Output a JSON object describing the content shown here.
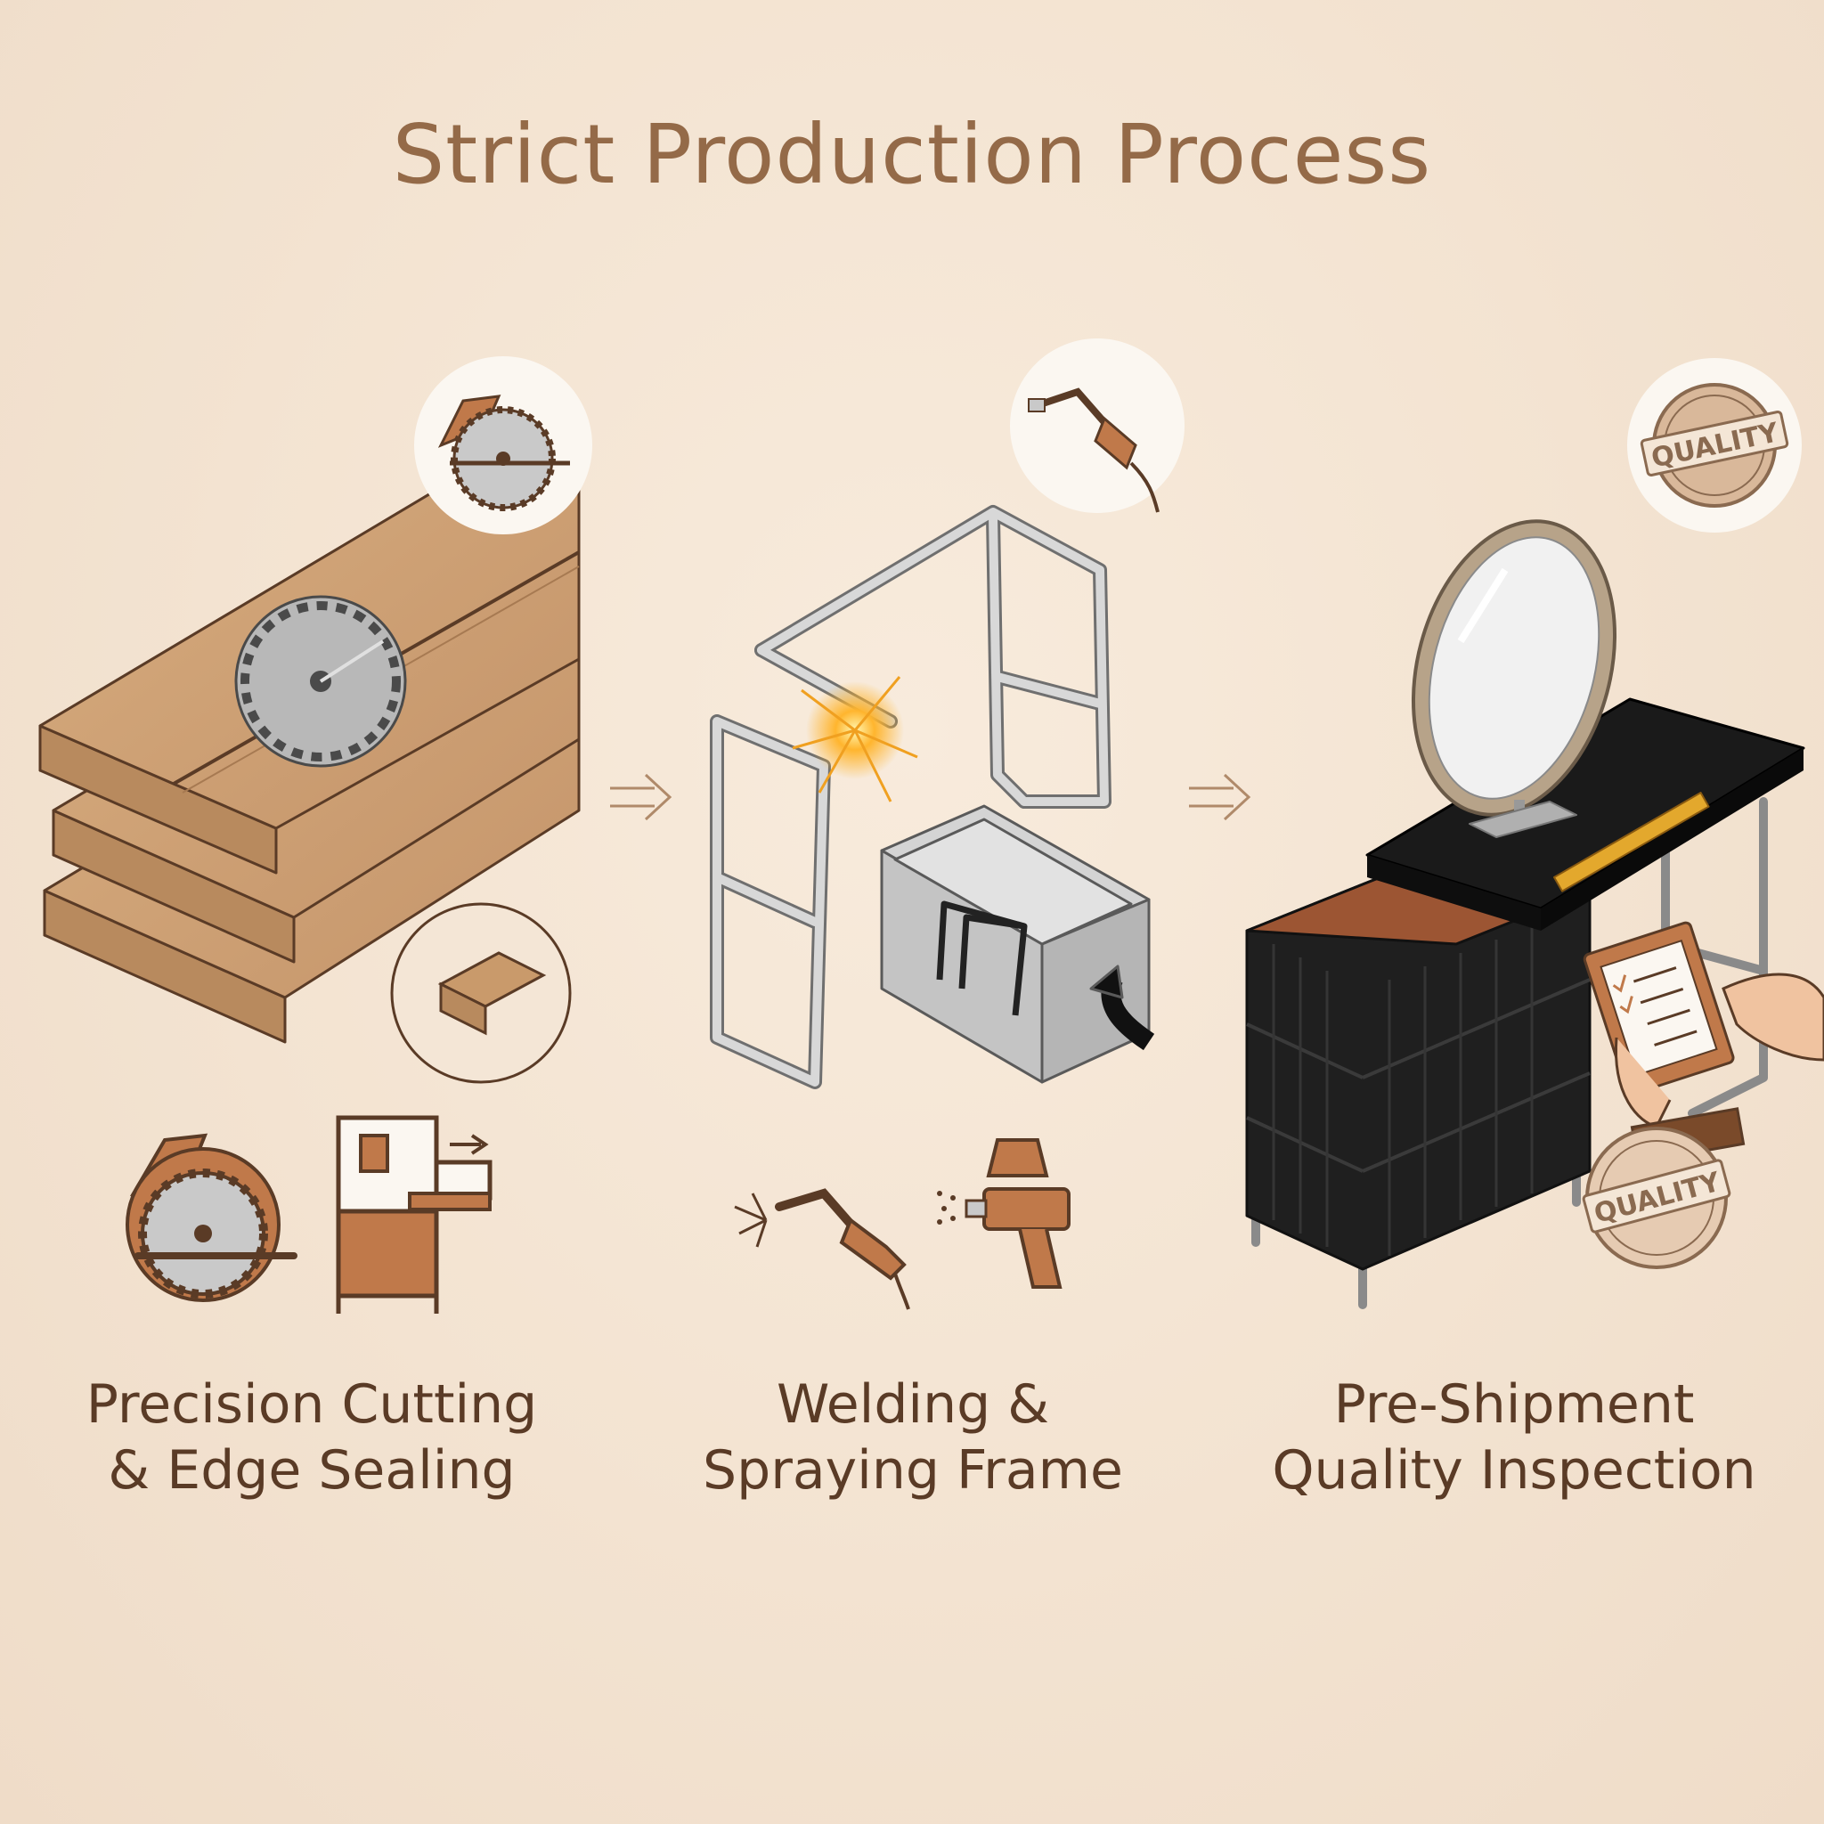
{
  "title": "Strict Production Process",
  "steps": [
    {
      "line1": "Precision Cutting",
      "line2": "& Edge Sealing",
      "icons": [
        "circular-saw-icon",
        "edge-banding-machine-icon"
      ]
    },
    {
      "line1": "Welding &",
      "line2": "Spraying Frame",
      "icons": [
        "welding-torch-icon",
        "spray-gun-icon"
      ]
    },
    {
      "line1": "Pre-Shipment",
      "line2": "Quality Inspection",
      "icons": [
        "quality-stamp-icon",
        "clipboard-icon"
      ]
    }
  ],
  "badges": {
    "quality_top": "QUALITY",
    "quality_bottom": "QUALITY"
  },
  "colors": {
    "background": "#f3e3d1",
    "title": "#946a48",
    "caption": "#5a3b26",
    "wood": "#c99a6b",
    "outline": "#5a3b26",
    "accent": "#c0794a"
  }
}
